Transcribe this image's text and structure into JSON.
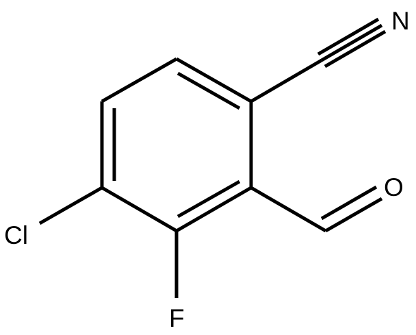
{
  "molecule": {
    "atoms": {
      "nitrogen": "N",
      "oxygen": "O",
      "chlorine": "Cl",
      "fluorine": "F"
    },
    "colors": {
      "bond": "#000000",
      "label": "#000000",
      "background": "#ffffff"
    }
  }
}
